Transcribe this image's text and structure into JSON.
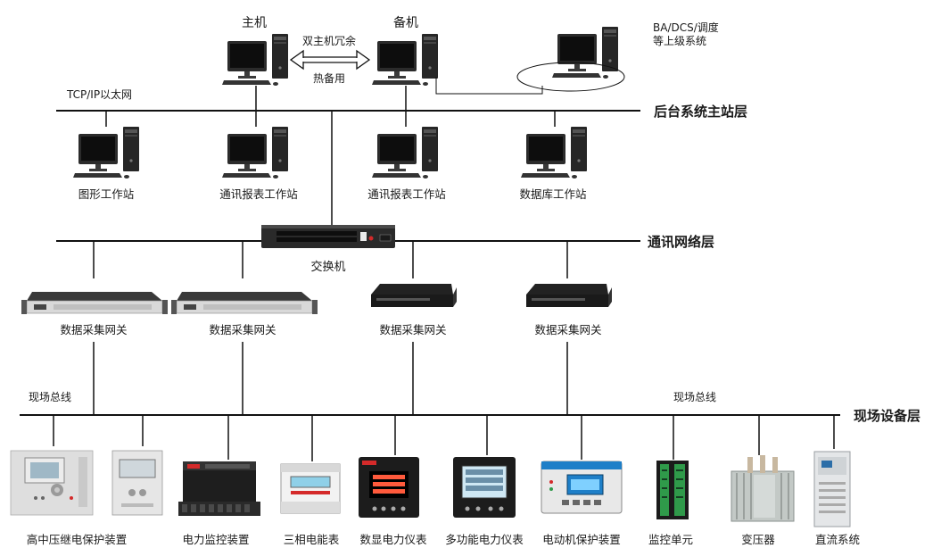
{
  "top": {
    "primary_host": "主机",
    "backup_host": "备机",
    "redundancy_line1": "双主机冗余",
    "redundancy_line2": "热备用",
    "upper_system_line1": "BA/DCS/调度",
    "upper_system_line2": "等上级系统",
    "tcpip": "TCP/IP以太网"
  },
  "layers": {
    "backend": "后台系统主站层",
    "network": "通讯网络层",
    "field": "现场设备层"
  },
  "workstations": [
    "图形工作站",
    "通讯报表工作站",
    "通讯报表工作站",
    "数据库工作站"
  ],
  "switch_label": "交换机",
  "gateways": [
    "数据采集网关",
    "数据采集网关",
    "数据采集网关",
    "数据采集网关"
  ],
  "field_bus": [
    "现场总线",
    "现场总线"
  ],
  "devices": [
    "高中压继电保护装置",
    "电力监控装置",
    "三相电能表",
    "数显电力仪表",
    "多功能电力仪表",
    "电动机保护装置",
    "监控单元",
    "变压器",
    "直流系统"
  ],
  "colors": {
    "line": "#111111",
    "accent": "#d42a2a",
    "lcd": "#1e7fc8",
    "green": "#2f9a4a"
  }
}
